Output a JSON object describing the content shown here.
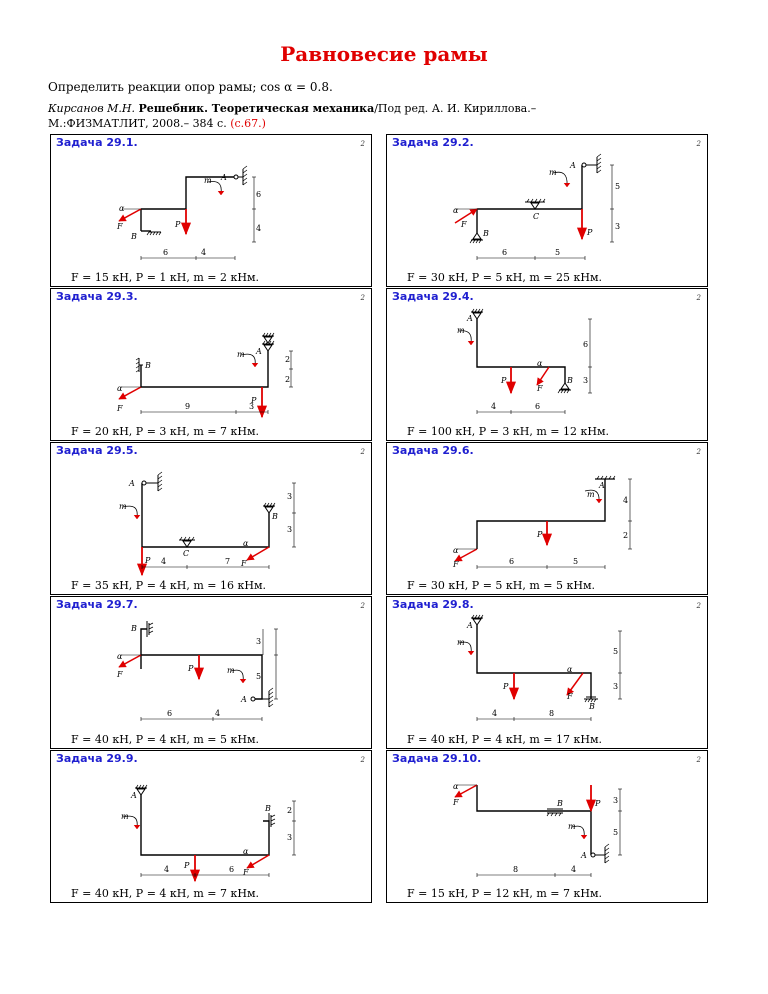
{
  "title": "Равновесие рамы",
  "intro": "Определить реакции опор рамы; cos α = 0.8.",
  "reference": {
    "authors": "Кирсанов М.Н.",
    "book": "Решебник. Теоретическая механика",
    "editor": "/Под ред. А. И. Кириллова.–",
    "publisher": "М.:ФИЗМАТЛИТ, 2008.– 384 с.",
    "page": "(с.67.)"
  },
  "problems": [
    {
      "id": "Задача 29.1.",
      "mark": "2",
      "conditions": "F = 15 кН, P = 1 кН, m = 2 кНм."
    },
    {
      "id": "Задача 29.2.",
      "mark": "2",
      "conditions": "F = 30 кН, P = 5 кН, m = 25 кНм."
    },
    {
      "id": "Задача 29.3.",
      "mark": "2",
      "conditions": "F = 20 кН, P = 3 кН, m = 7 кНм."
    },
    {
      "id": "Задача 29.4.",
      "mark": "2",
      "conditions": "F = 100 кН, P = 3 кН, m = 12 кНм."
    },
    {
      "id": "Задача 29.5.",
      "mark": "2",
      "conditions": "F = 35 кН, P = 4 кН, m = 16 кНм."
    },
    {
      "id": "Задача 29.6.",
      "mark": "2",
      "conditions": "F = 30 кН, P = 5 кН, m = 5 кНм."
    },
    {
      "id": "Задача 29.7.",
      "mark": "2",
      "conditions": "F = 40 кН, P = 4 кН, m = 5 кНм."
    },
    {
      "id": "Задача 29.8.",
      "mark": "2",
      "conditions": "F = 40 кН, P = 4 кН, m = 17 кНм."
    },
    {
      "id": "Задача 29.9.",
      "mark": "2",
      "conditions": "F = 40 кН, P = 4 кН, m = 7 кНм."
    },
    {
      "id": "Задача 29.10.",
      "mark": "2",
      "conditions": "F = 15 кН, P = 12 кН, m = 7 кНм."
    }
  ],
  "diagrams": {
    "d1": {
      "A": "A",
      "B": "B",
      "m": "m",
      "P": "P",
      "F": "F",
      "alpha": "α",
      "v1": "6",
      "v2": "4",
      "h1": "6",
      "h2": "4"
    },
    "d2": {
      "A": "A",
      "B": "B",
      "C": "C",
      "m": "m",
      "P": "P",
      "F": "F",
      "alpha": "α",
      "v1": "5",
      "v2": "3",
      "h1": "6",
      "h2": "5"
    },
    "d3": {
      "A": "A",
      "B": "B",
      "m": "m",
      "P": "P",
      "F": "F",
      "alpha": "α",
      "v1": "2",
      "v2": "2",
      "h1": "9",
      "h2": "3"
    },
    "d4": {
      "A": "A",
      "B": "B",
      "m": "m",
      "P": "P",
      "F": "F",
      "alpha": "α",
      "v1": "6",
      "v2": "3",
      "h1": "4",
      "h2": "6"
    },
    "d5": {
      "A": "A",
      "B": "B",
      "C": "C",
      "m": "m",
      "P": "P",
      "F": "F",
      "alpha": "α",
      "v1": "3",
      "v2": "3",
      "h1": "4",
      "h2": "7"
    },
    "d6": {
      "A": "A",
      "m": "m",
      "P": "P",
      "F": "F",
      "alpha": "α",
      "v1": "4",
      "v2": "2",
      "h1": "6",
      "h2": "5"
    },
    "d7": {
      "A": "A",
      "B": "B",
      "m": "m",
      "P": "P",
      "F": "F",
      "alpha": "α",
      "v1": "3",
      "v2": "5",
      "h1": "6",
      "h2": "4"
    },
    "d8": {
      "A": "A",
      "B": "B",
      "m": "m",
      "P": "P",
      "F": "F",
      "alpha": "α",
      "v1": "5",
      "v2": "3",
      "h1": "4",
      "h2": "8"
    },
    "d9": {
      "A": "A",
      "B": "B",
      "m": "m",
      "P": "P",
      "F": "F",
      "alpha": "α",
      "v1": "2",
      "v2": "3",
      "h1": "4",
      "h2": "6"
    },
    "d10": {
      "A": "A",
      "B": "B",
      "m": "m",
      "P": "P",
      "F": "F",
      "alpha": "α",
      "v1": "3",
      "v2": "5",
      "h1": "8",
      "h2": "4"
    }
  },
  "colors": {
    "title": "#e00000",
    "heading": "#1f1fd0",
    "force": "#e00000",
    "frame": "#000000"
  }
}
